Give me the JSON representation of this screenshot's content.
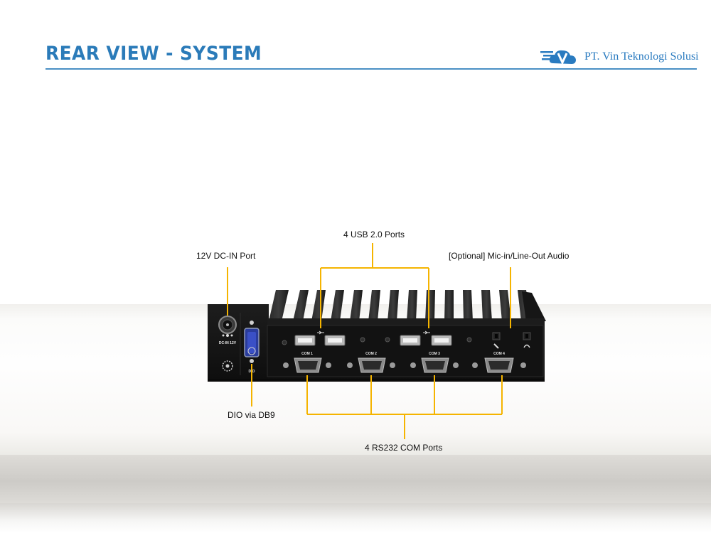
{
  "header": {
    "title": "REAR VIEW - SYSTEM",
    "brand_name": "PT. Vin Teknologi Solusi"
  },
  "callouts": {
    "usb": "4 USB 2.0 Ports",
    "dc_in": "12V DC-IN Port",
    "audio": "[Optional] Mic-in/Line-Out Audio",
    "dio": "DIO via DB9",
    "com": "4 RS232 COM Ports"
  },
  "device_labels": {
    "dc_in": "DC-IN 12V",
    "dio": "DIO",
    "com1": "COM 1",
    "com2": "COM 2",
    "com3": "COM 3",
    "com4": "COM 4"
  },
  "colors": {
    "title": "#2b7bb9",
    "callout_line": "#f5b400",
    "chassis": "#131313"
  }
}
